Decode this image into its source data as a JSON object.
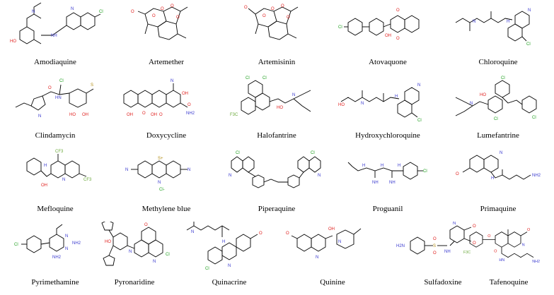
{
  "compounds": [
    {
      "name": "Amodiaquine"
    },
    {
      "name": "Artemether"
    },
    {
      "name": "Artemisinin"
    },
    {
      "name": "Atovaquone"
    },
    {
      "name": "Chloroquine"
    },
    {
      "name": "Clindamycin"
    },
    {
      "name": "Doxycycline"
    },
    {
      "name": "Halofantrine"
    },
    {
      "name": "Hydroxychloroquine"
    },
    {
      "name": "Lumefantrine"
    },
    {
      "name": "Mefloquine"
    },
    {
      "name": "Methylene blue"
    },
    {
      "name": "Piperaquine"
    },
    {
      "name": "Proguanil"
    },
    {
      "name": "Primaquine"
    },
    {
      "name": "Pyrimethamine"
    },
    {
      "name": "Pyronaridine"
    },
    {
      "name": "Quinacrine"
    },
    {
      "name": "Quinine"
    },
    {
      "name": "Sulfadoxine"
    },
    {
      "name": "Tafenoquine"
    }
  ],
  "atom_colors": {
    "oxygen": "#e0201e",
    "nitrogen": "#3a3acf",
    "chlorine": "#1fa01f",
    "fluorine": "#6aa83a",
    "sulfur": "#b08a10"
  }
}
